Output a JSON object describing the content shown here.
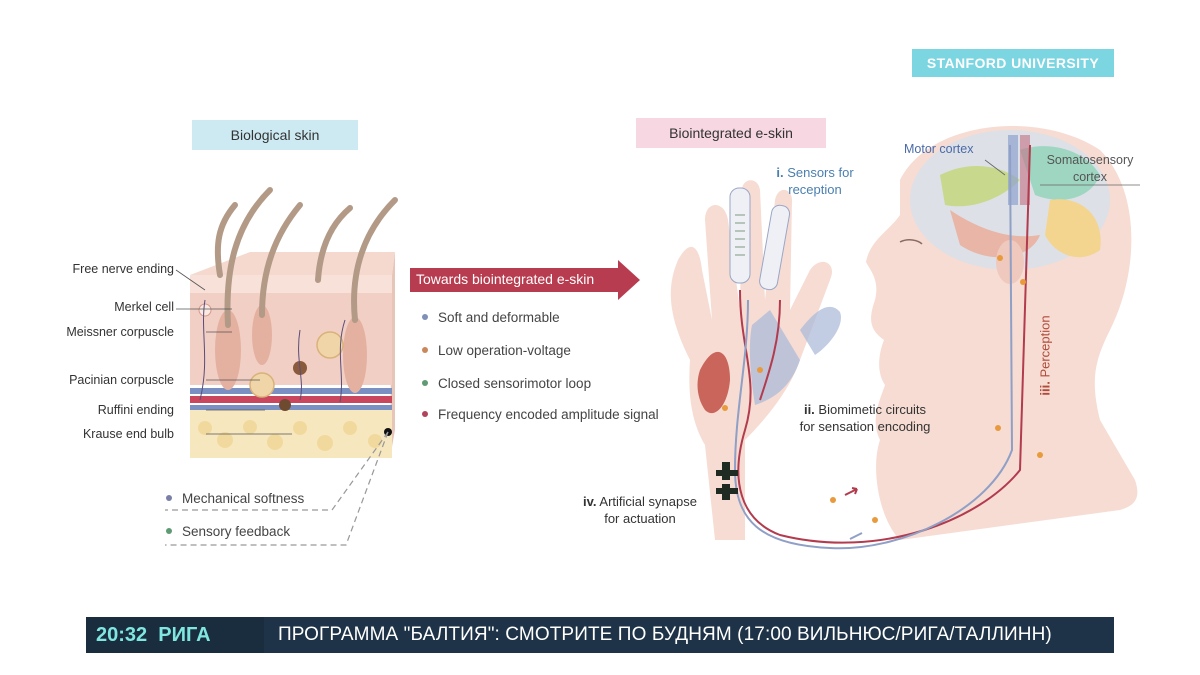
{
  "watermark": "STANFORD UNIVERSITY",
  "left_panel": {
    "title": "Biological skin",
    "labels": [
      "Free nerve ending",
      "Merkel cell",
      "Meissner corpuscle",
      "Pacinian corpuscle",
      "Ruffini ending",
      "Krause end bulb"
    ],
    "bullets": [
      {
        "text": "Mechanical softness",
        "color": "#7a7fa8"
      },
      {
        "text": "Sensory feedback",
        "color": "#5f9a73"
      }
    ]
  },
  "middle": {
    "arrow_label": "Towards biointegrated e-skin",
    "bullets": [
      {
        "text": "Soft and deformable",
        "color": "#7f8fb8"
      },
      {
        "text": "Low operation-voltage",
        "color": "#c9875a"
      },
      {
        "text": "Closed sensorimotor loop",
        "color": "#5f9a73"
      },
      {
        "text": "Frequency encoded amplitude signal",
        "color": "#b0445a"
      }
    ]
  },
  "right_panel": {
    "title": "Biointegrated e-skin",
    "sensors": {
      "num": "i.",
      "line1": "Sensors for",
      "line2": "reception"
    },
    "circuits": {
      "num": "ii.",
      "line1": "Biomimetic circuits",
      "line2": "for sensation encoding"
    },
    "perception": {
      "num": "iii.",
      "text": "Perception"
    },
    "synapse": {
      "num": "iv.",
      "line1": "Artificial synapse",
      "line2": "for actuation"
    },
    "motor_cortex": "Motor cortex",
    "somato_line1": "Somatosensory",
    "somato_line2": "cortex"
  },
  "ticker": {
    "time": "20:32",
    "city": "РИГА",
    "text": "ПРОГРАММА \"БАЛТИЯ\": СМОТРИТЕ ПО БУДНЯМ (17:00 ВИЛЬНЮС/РИГА/ТАЛЛИНН)"
  },
  "colors": {
    "badge_blue": "#cdeaf3",
    "badge_pink": "#f7d7e1",
    "arrow_red": "#b83c4f",
    "watermark_bg": "#7cd6e2",
    "ticker_bg": "#1e3347",
    "ticker_accent": "#7fe6e0"
  }
}
